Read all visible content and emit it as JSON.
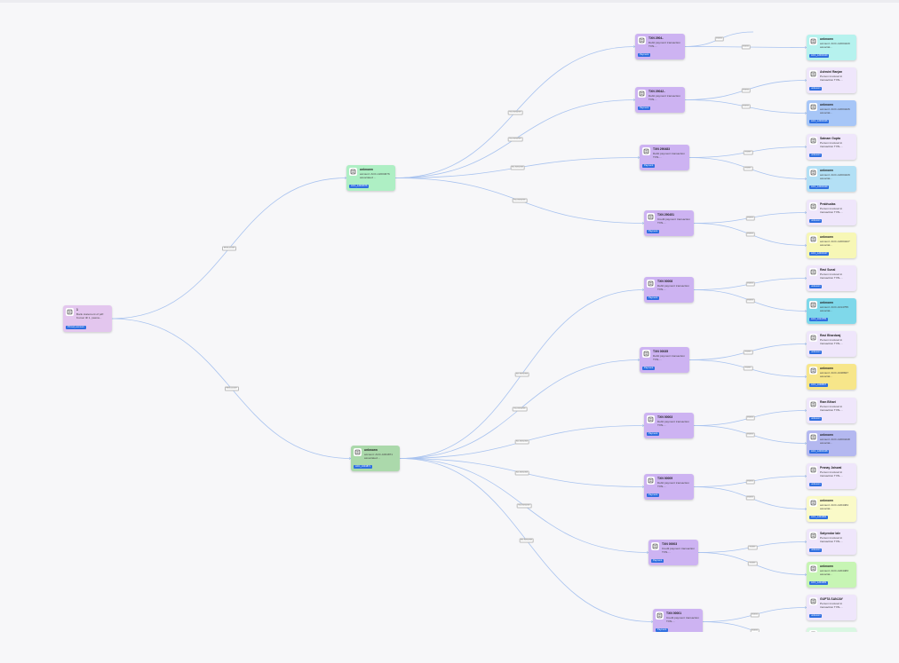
{
  "canvas_top": "",
  "colors": {
    "edge": "#a9c3ef",
    "root": "#e3c6ee",
    "account_a": "#aeefc4",
    "account_b": "#abd9ab",
    "txn": "#cdb3f2",
    "person": "#efe6fb",
    "badge": "#2f6fe0"
  },
  "nodes": [
    {
      "id": "root",
      "icon": "bank-icon",
      "title": "1",
      "sub": "Bank statement of pdf: Kumar till 1, passw...",
      "badge": "Primary account",
      "color": "#e3c6ee"
    },
    {
      "id": "acc1",
      "icon": "bank-icon",
      "title": "unknown",
      "sub": "account: ACC-12004676 associated ...",
      "badge": "ACC_12004676",
      "color": "#aeefc4"
    },
    {
      "id": "acc2",
      "icon": "bank-icon",
      "title": "unknown",
      "sub": "account: ACC-1004871 associated ...",
      "badge": "ACC_1004871",
      "color": "#abd9ab"
    },
    {
      "id": "t1",
      "icon": "bank-icon",
      "title": "TXN 2904..",
      "sub": "Debit payment transaction TXN-...",
      "badge": "Payment",
      "color": "#cdb3f2"
    },
    {
      "id": "t2",
      "icon": "bank-icon",
      "title": "TXN 29042..",
      "sub": "Debit payment transaction TXN-...",
      "badge": "Payment",
      "color": "#cdb3f2"
    },
    {
      "id": "t3",
      "icon": "bank-icon",
      "title": "TXN 290483",
      "sub": "Debit payment transaction TXN-...",
      "badge": "Payment",
      "color": "#cdb3f2"
    },
    {
      "id": "t4",
      "icon": "bank-icon",
      "title": "TXN 290451",
      "sub": "Credit payment transaction TXN-...",
      "badge": "Payment",
      "color": "#cdb3f2"
    },
    {
      "id": "t5",
      "icon": "bank-icon",
      "title": "TXN 00008",
      "sub": "Debit payment transaction TXN-...",
      "badge": "Payment",
      "color": "#cdb3f2"
    },
    {
      "id": "t6",
      "icon": "bank-icon",
      "title": "TXN 00035",
      "sub": "Debit payment transaction TXN-...",
      "badge": "Payment",
      "color": "#cdb3f2"
    },
    {
      "id": "t7",
      "icon": "bank-icon",
      "title": "TXN 00003",
      "sub": "Debit payment transaction TXN-...",
      "badge": "Payment",
      "color": "#cdb3f2"
    },
    {
      "id": "t8",
      "icon": "bank-icon",
      "title": "TXN 00009",
      "sub": "Debit payment transaction TXN-...",
      "badge": "Payment",
      "color": "#cdb3f2"
    },
    {
      "id": "t9",
      "icon": "bank-icon",
      "title": "TXN 00003",
      "sub": "Credit payment transaction TXN-...",
      "badge": "Payment",
      "color": "#cdb3f2"
    },
    {
      "id": "t10",
      "icon": "bank-icon",
      "title": "TXN 00001",
      "sub": "Credit payment transaction TXN-...",
      "badge": "Payment",
      "color": "#cdb3f2"
    },
    {
      "id": "l1",
      "icon": "bank-icon",
      "title": "unknown",
      "sub": "account: ACC-12004420 associat...",
      "badge": "ACC_12004420",
      "color": "#b6f2ee"
    },
    {
      "id": "l2",
      "icon": "bank-icon",
      "title": "Ashwini Ranjan",
      "sub": "Person involved in transaction TXN-...",
      "badge": "unknown",
      "color": "#efe6fb"
    },
    {
      "id": "l3",
      "icon": "bank-icon",
      "title": "unknown",
      "sub": "account: ACC-12004426 associat...",
      "badge": "ACC_12004426",
      "color": "#a7c6f7"
    },
    {
      "id": "l4",
      "icon": "bank-icon",
      "title": "Satnam Gupta",
      "sub": "Person involved in transaction TXN-...",
      "badge": "unknown",
      "color": "#efe6fb"
    },
    {
      "id": "l5",
      "icon": "bank-icon",
      "title": "unknown",
      "sub": "account: ACC-12004429 associat...",
      "badge": "ACC_12004429",
      "color": "#b3e0f5"
    },
    {
      "id": "l6",
      "icon": "bank-icon",
      "title": "Prabhudas",
      "sub": "Person involved in transaction TXN-...",
      "badge": "unknown",
      "color": "#efe6fb"
    },
    {
      "id": "l7",
      "icon": "bank-icon",
      "title": "unknown",
      "sub": "account: ACC-12004427 associat...",
      "badge": "ACC_12004427",
      "color": "#f7f7b6"
    },
    {
      "id": "l8",
      "icon": "bank-icon",
      "title": "Ravi Sunal",
      "sub": "Person involved in transaction TXN-...",
      "badge": "unknown",
      "color": "#efe6fb"
    },
    {
      "id": "l9",
      "icon": "bank-icon",
      "title": "unknown",
      "sub": "account: ACC-1014755 associat...",
      "badge": "ACC_1014755",
      "color": "#7fd8ea"
    },
    {
      "id": "l10",
      "icon": "bank-icon",
      "title": "Ravi Bhardwaj",
      "sub": "Person involved in transaction TXN-...",
      "badge": "unknown",
      "color": "#efe6fb"
    },
    {
      "id": "l11",
      "icon": "bank-icon",
      "title": "unknown",
      "sub": "account: ACC-1048847 associat...",
      "badge": "ACC_1048847",
      "color": "#f7e68a"
    },
    {
      "id": "l12",
      "icon": "bank-icon",
      "title": "Ram Bihari",
      "sub": "Person involved in transaction TXN-...",
      "badge": "unknown",
      "color": "#efe6fb"
    },
    {
      "id": "l13",
      "icon": "bank-icon",
      "title": "unknown",
      "sub": "account: ACC-12004448 associat...",
      "badge": "ACC_12004448",
      "color": "#b4b8f0"
    },
    {
      "id": "l14",
      "icon": "bank-icon",
      "title": "Pranay Jaiswal",
      "sub": "Person involved in transaction TXN-...",
      "badge": "unknown",
      "color": "#efe6fb"
    },
    {
      "id": "l15",
      "icon": "bank-icon",
      "title": "unknown",
      "sub": "account: ACC-1204484 associat...",
      "badge": "ACC_1204484",
      "color": "#fafac8"
    },
    {
      "id": "l16",
      "icon": "bank-icon",
      "title": "Satyendar lale",
      "sub": "Person involved in transaction TXN-...",
      "badge": "unknown",
      "color": "#efe6fb"
    },
    {
      "id": "l17",
      "icon": "bank-icon",
      "title": "unknown",
      "sub": "account: ACC-1204483 associat...",
      "badge": "ACC_1204483",
      "color": "#c7f5b4"
    },
    {
      "id": "l18",
      "icon": "bank-icon",
      "title": "GUPTA SANJAY",
      "sub": "Person involved in transaction TXN-...",
      "badge": "unknown",
      "color": "#efe6fb"
    },
    {
      "id": "l19",
      "icon": "bank-icon",
      "title": "",
      "sub": "",
      "badge": "",
      "color": "#d9f7e2"
    }
  ],
  "edges": [
    {
      "from": "root",
      "to": "acc1",
      "label": "linked_account"
    },
    {
      "from": "root",
      "to": "acc2",
      "label": "linked_account"
    },
    {
      "from": "acc1",
      "to": "t1",
      "label": "has_transaction"
    },
    {
      "from": "acc1",
      "to": "t2",
      "label": "has_transaction"
    },
    {
      "from": "acc1",
      "to": "t3",
      "label": "has_transaction"
    },
    {
      "from": "acc1",
      "to": "t4",
      "label": "has_transaction"
    },
    {
      "from": "acc2",
      "to": "t5",
      "label": "has_transaction"
    },
    {
      "from": "acc2",
      "to": "t6",
      "label": "has_transaction"
    },
    {
      "from": "acc2",
      "to": "t7",
      "label": "has_transaction"
    },
    {
      "from": "acc2",
      "to": "t8",
      "label": "has_transaction"
    },
    {
      "from": "acc2",
      "to": "t9",
      "label": "has_transaction"
    },
    {
      "from": "acc2",
      "to": "t10",
      "label": "has_transaction"
    },
    {
      "from": "t1",
      "to": "top",
      "label": "involves"
    },
    {
      "from": "t1",
      "to": "l1",
      "label": "involves"
    },
    {
      "from": "t2",
      "to": "l2",
      "label": "involves"
    },
    {
      "from": "t2",
      "to": "l3",
      "label": "involves"
    },
    {
      "from": "t3",
      "to": "l4",
      "label": "involves"
    },
    {
      "from": "t3",
      "to": "l5",
      "label": "involves"
    },
    {
      "from": "t4",
      "to": "l6",
      "label": "involves"
    },
    {
      "from": "t4",
      "to": "l7",
      "label": "involves"
    },
    {
      "from": "t5",
      "to": "l8",
      "label": "involves"
    },
    {
      "from": "t5",
      "to": "l9",
      "label": "involves"
    },
    {
      "from": "t6",
      "to": "l10",
      "label": "involves"
    },
    {
      "from": "t6",
      "to": "l11",
      "label": "involves"
    },
    {
      "from": "t7",
      "to": "l12",
      "label": "involves"
    },
    {
      "from": "t7",
      "to": "l13",
      "label": "involves"
    },
    {
      "from": "t8",
      "to": "l14",
      "label": "involves"
    },
    {
      "from": "t8",
      "to": "l15",
      "label": "involves"
    },
    {
      "from": "t9",
      "to": "l16",
      "label": "involves"
    },
    {
      "from": "t9",
      "to": "l17",
      "label": "involves"
    },
    {
      "from": "t10",
      "to": "l18",
      "label": "involves"
    },
    {
      "from": "t10",
      "to": "l19",
      "label": "involves"
    }
  ]
}
